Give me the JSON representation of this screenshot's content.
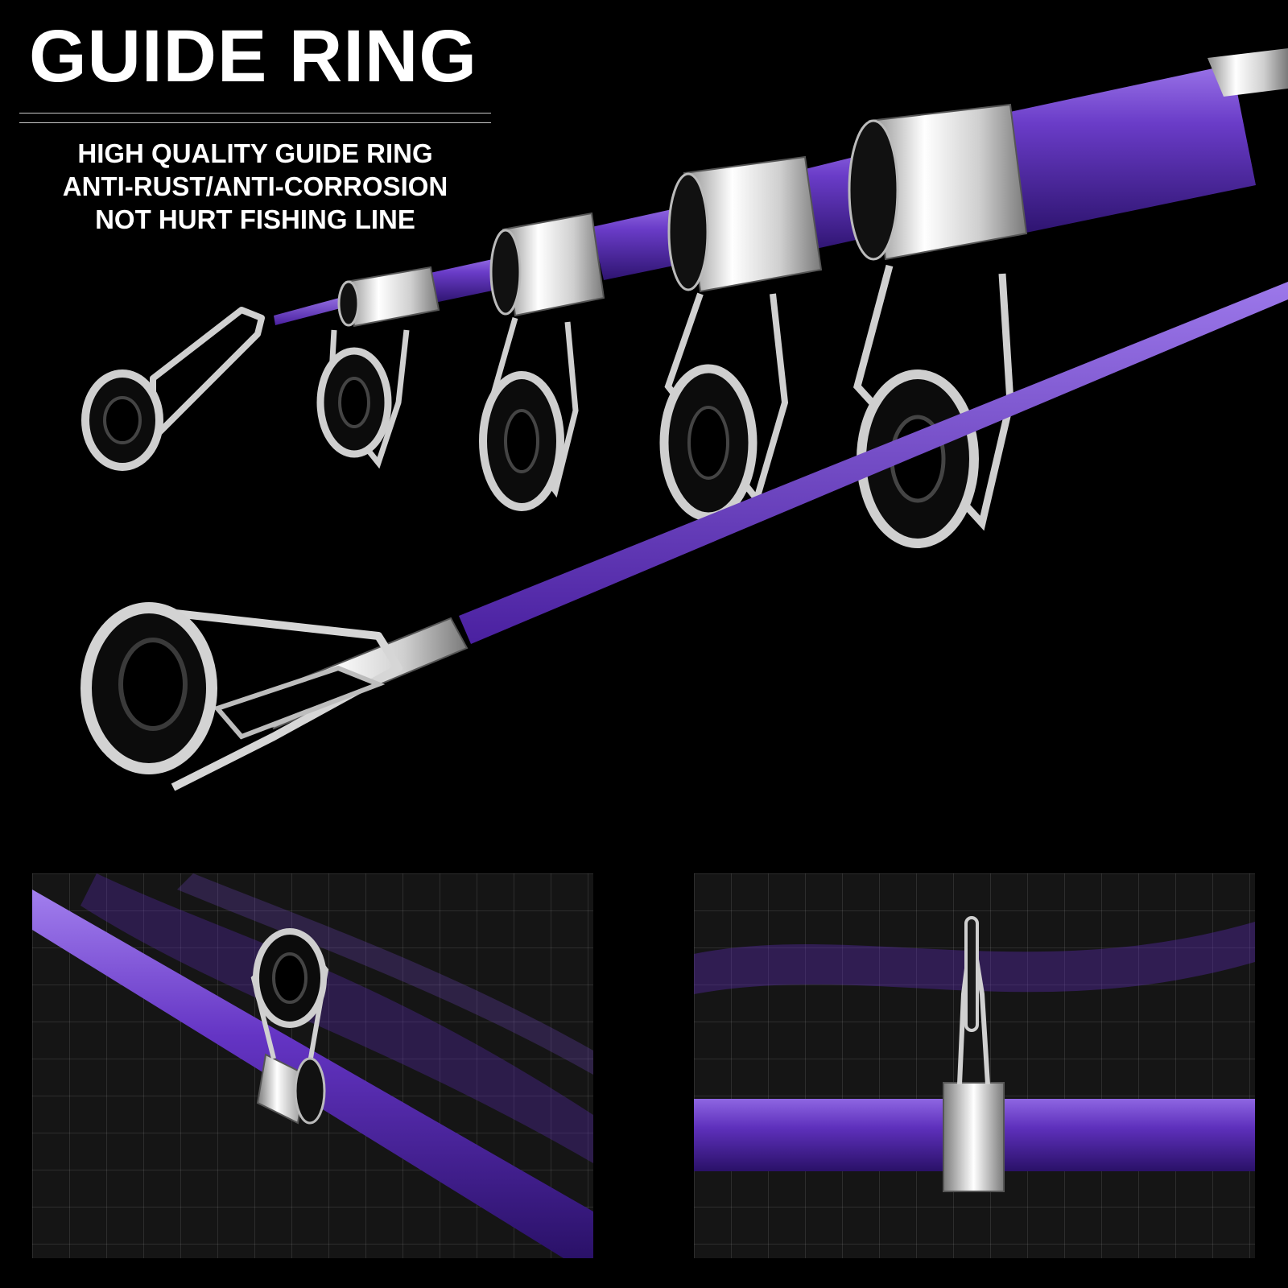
{
  "header": {
    "title": "GUIDE RING"
  },
  "features": [
    "HIGH QUALITY GUIDE RING",
    "ANTI-RUST/ANTI-CORROSION",
    "NOT HURT FISHING LINE"
  ],
  "colors": {
    "background": "#000000",
    "rod_purple": "#5a2bb0",
    "rod_highlight": "#8a5ee0",
    "chrome": "#d9d9d9",
    "ring_insert": "#111111",
    "panel_background": "#151515"
  }
}
